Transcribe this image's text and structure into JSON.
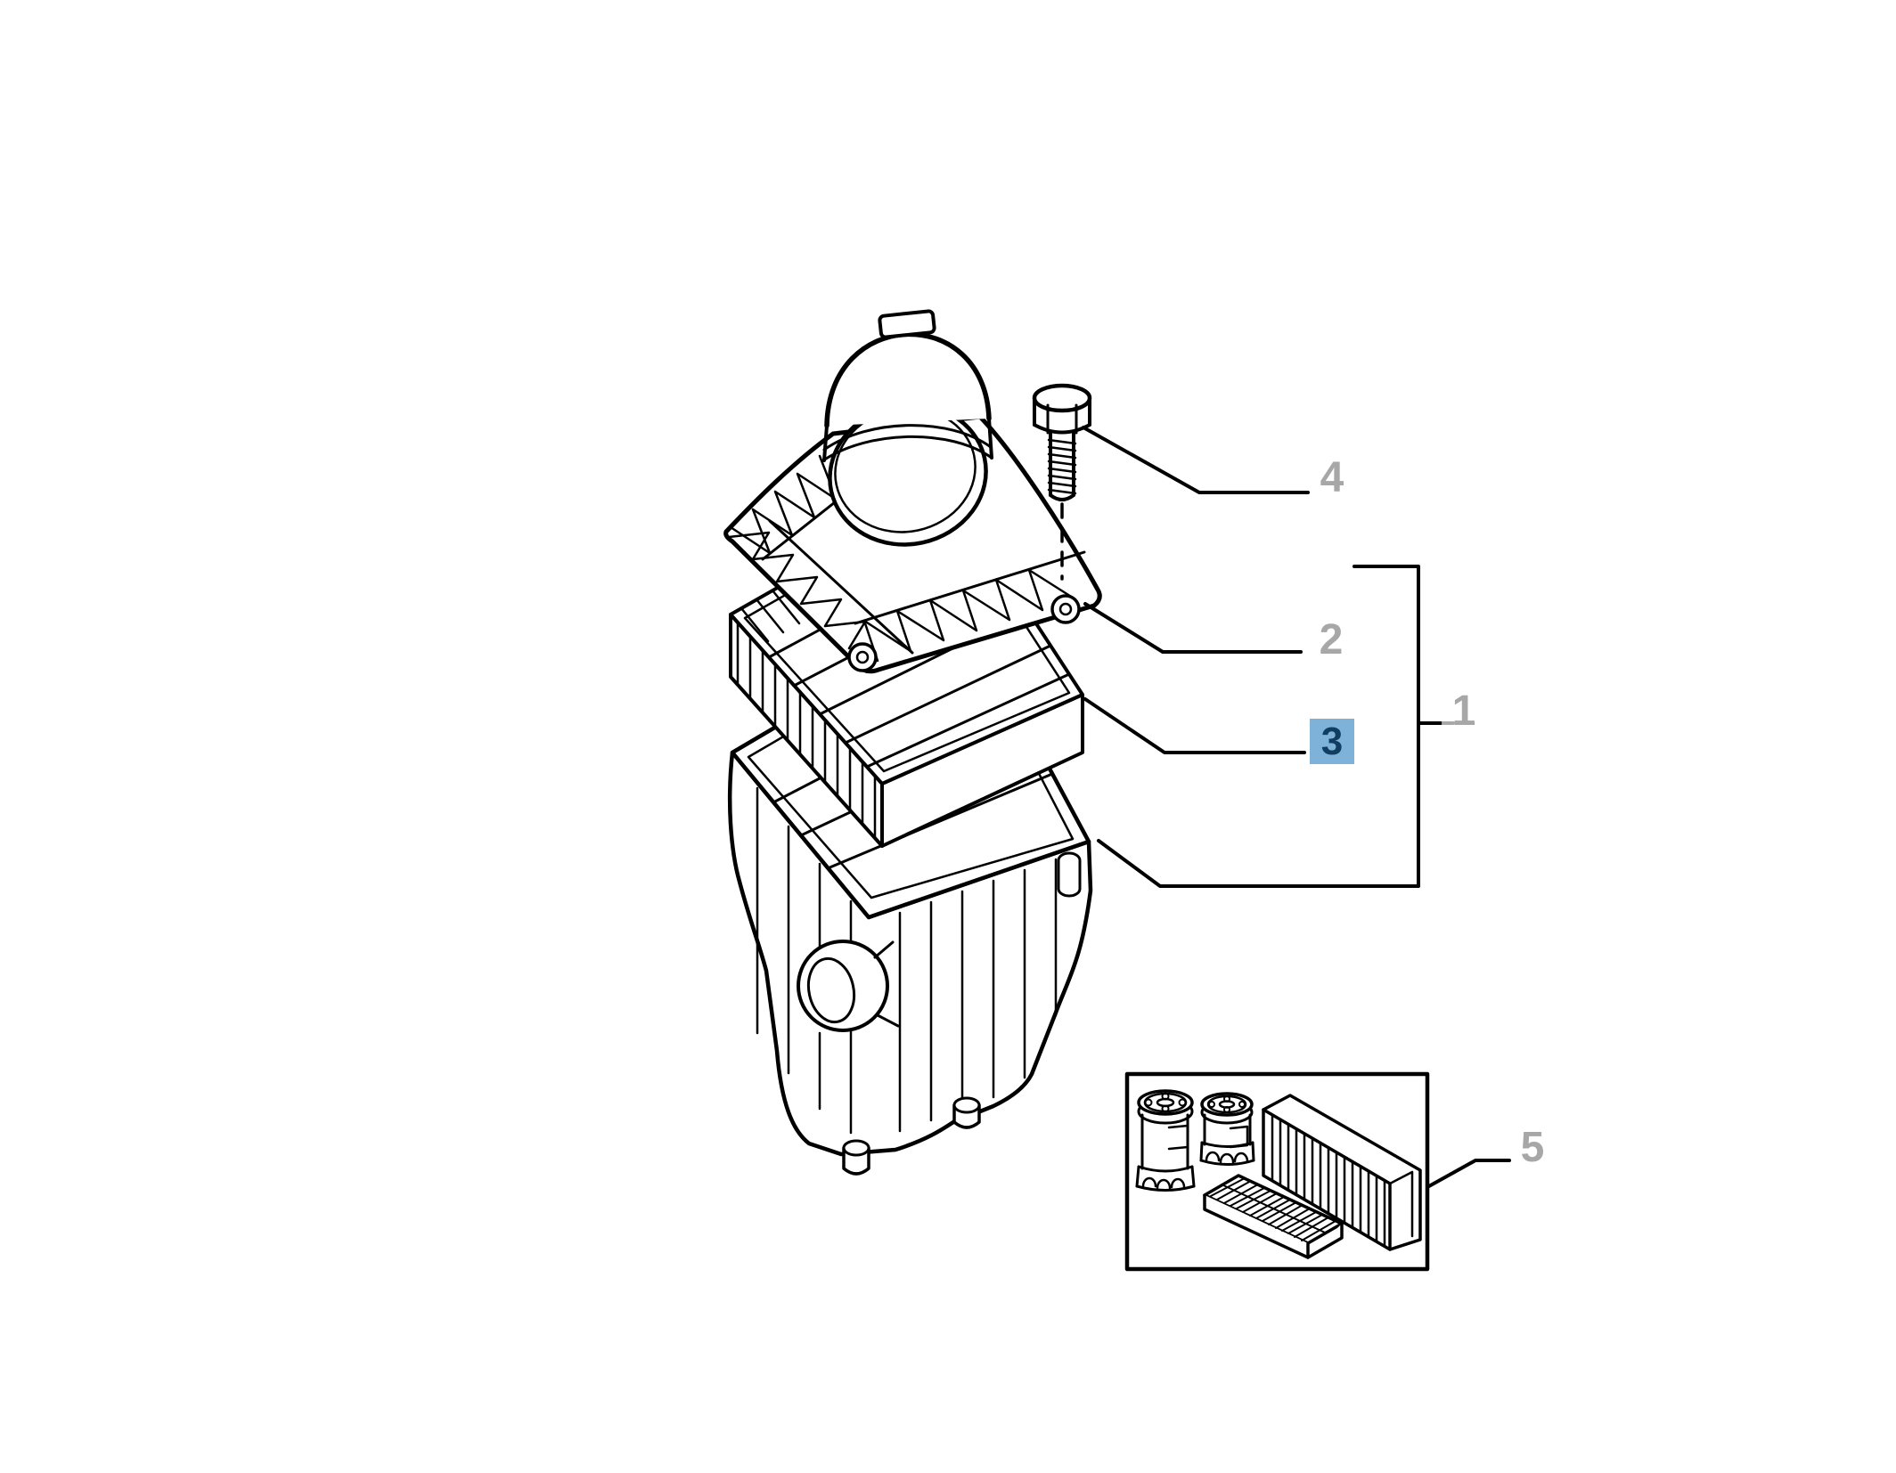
{
  "diagram": {
    "callouts": [
      {
        "id": "callout-1",
        "label": "1",
        "highlighted": false
      },
      {
        "id": "callout-2",
        "label": "2",
        "highlighted": false
      },
      {
        "id": "callout-3",
        "label": "3",
        "highlighted": true
      },
      {
        "id": "callout-4",
        "label": "4",
        "highlighted": false
      },
      {
        "id": "callout-5",
        "label": "5",
        "highlighted": false
      }
    ],
    "highlighted_callout": "3",
    "colors": {
      "background": "#ffffff",
      "line": "#000000",
      "callout_gray": "#a7a7a7",
      "highlight_background": "#7eb2d8",
      "highlight_text": "#113e60"
    },
    "figures": [
      "air-cleaner-cover",
      "air-filter-element",
      "air-cleaner-housing",
      "mounting-bolt",
      "service-kit-box"
    ]
  }
}
